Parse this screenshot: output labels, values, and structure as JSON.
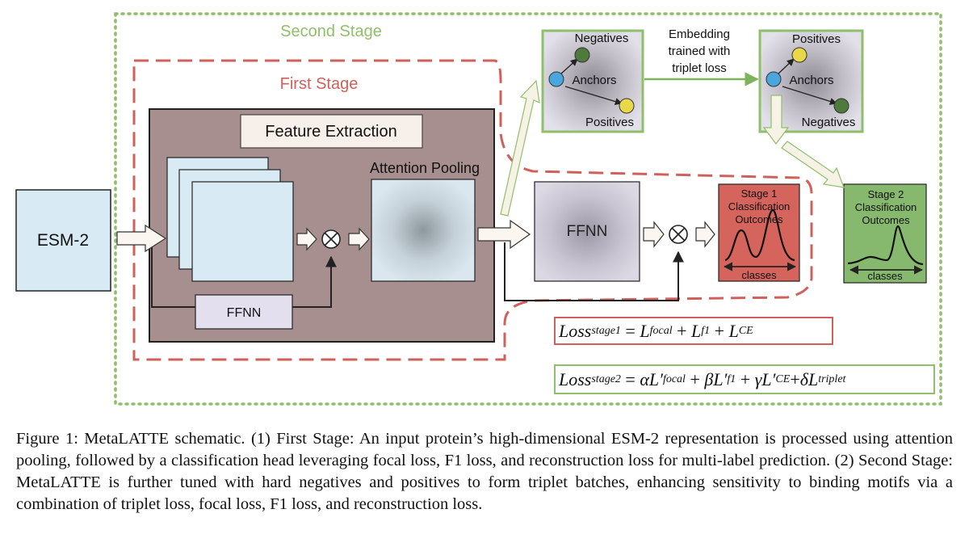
{
  "diagram": {
    "second_stage_label": "Second Stage",
    "first_stage_label": "First Stage",
    "esm2_label": "ESM-2",
    "feature_extraction_label": "Feature Extraction",
    "attention_pooling_label": "Attention Pooling",
    "inner_ffnn_label": "FFNN",
    "head_ffnn_label": "FFNN",
    "embedding_note": "Embedding trained with triplet loss",
    "panel_before": {
      "top": "Negatives",
      "middle": "Anchors",
      "bottom": "Positives"
    },
    "panel_after": {
      "top": "Positives",
      "middle": "Anchors",
      "bottom": "Negatives"
    },
    "stage1_outcome": {
      "title": "Stage 1 Classification Outcomes",
      "axis": "classes"
    },
    "stage2_outcome": {
      "title": "Stage 2 Classification Outcomes",
      "axis": "classes"
    },
    "loss_stage1": {
      "lhs": "Loss",
      "lhs_sub": "stage1",
      "rhs": "= L_focal + L_f1 + L_CE"
    },
    "loss_stage2": {
      "lhs": "Loss",
      "lhs_sub": "stage2",
      "rhs": "= αL′_focal + βL′_f1 + γL′_CE + δL_triplet"
    },
    "colors": {
      "second_stage_border": "#8fbf6a",
      "first_stage_border": "#d0605a",
      "esm2_fill": "#d8eaf3",
      "feature_panel_fill": "#a88f8f",
      "stage1_fill": "#d5645c",
      "stage2_fill": "#86b86d"
    }
  },
  "caption": "Figure 1: MetaLATTE schematic. (1) First Stage: An input protein’s high-dimensional ESM-2 representation is processed using attention pooling, followed by a classification head leveraging focal loss, F1 loss, and reconstruction loss for multi-label prediction. (2) Second Stage: MetaLATTE is further tuned with hard negatives and positives to form triplet batches, enhancing sensitivity to binding motifs via a combination of triplet loss, focal loss, F1 loss, and reconstruction loss."
}
